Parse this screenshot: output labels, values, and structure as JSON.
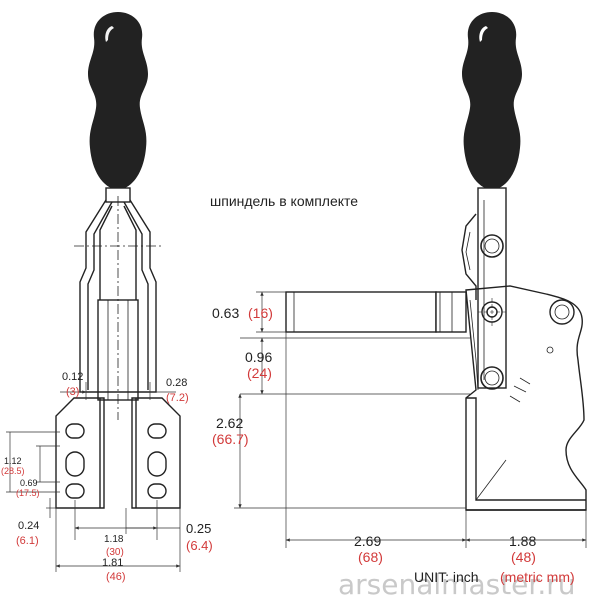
{
  "note": "шпиндель в комплекте",
  "unit": {
    "prefix": "UNIT: inch",
    "metric": "(metric mm)"
  },
  "watermark": "arsenalmaster.ru",
  "colors": {
    "ink": "#222222",
    "metric": "#d23a3a",
    "handle": "#222222",
    "watermark": "#c9c9c9"
  },
  "front_view": {
    "dims": {
      "d012": {
        "inch": "0.12",
        "mm": "(3)"
      },
      "d028": {
        "inch": "0.28",
        "mm": "(7.2)"
      },
      "d112": {
        "inch": "1.12",
        "mm": "(28.5)"
      },
      "d069": {
        "inch": "0.69",
        "mm": "(17.5)"
      },
      "d024": {
        "inch": "0.24",
        "mm": "(6.1)"
      },
      "d118": {
        "inch": "1.18",
        "mm": "(30)"
      },
      "d025": {
        "inch": "0.25",
        "mm": "(6.4)"
      },
      "d181": {
        "inch": "1.81",
        "mm": "(46)"
      }
    }
  },
  "side_view": {
    "dims": {
      "d063": {
        "inch": "0.63",
        "mm": "(16)"
      },
      "d096": {
        "inch": "0.96",
        "mm": "(24)"
      },
      "d262": {
        "inch": "2.62",
        "mm": "(66.7)"
      },
      "d269": {
        "inch": "2.69",
        "mm": "(68)"
      },
      "d188": {
        "inch": "1.88",
        "mm": "(48)"
      }
    }
  }
}
